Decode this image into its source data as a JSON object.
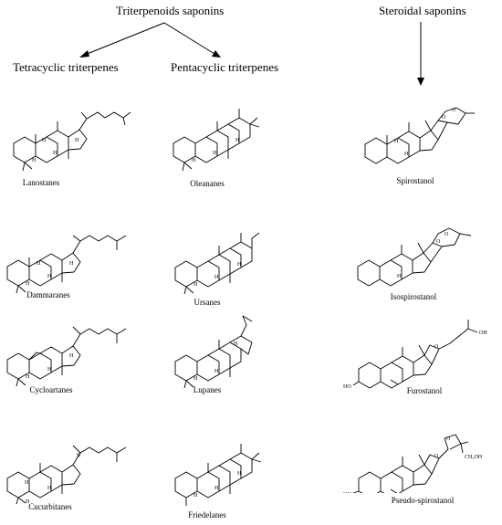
{
  "headers": {
    "triterpenoids": "Triterpenoids saponins",
    "steroidal": "Steroidal saponins",
    "tetracyclic": "Tetracyclic triterpenes",
    "pentacyclic": "Pentacyclic triterpenes"
  },
  "tetracyclic": [
    "Lanostanes",
    "Dammaranes",
    "Cycloartanes",
    "Cucurbitanes"
  ],
  "pentacyclic": [
    "Oleananes",
    "Ursanes",
    "Lupanes",
    "Friedelanes"
  ],
  "steroidal": [
    "Spirostanol",
    "Isospirostanol",
    "Furostanol",
    "Pseudo-spirostanol"
  ],
  "atom_labels": {
    "H": "H",
    "HO": "HO",
    "OH": "OH",
    "O": "O",
    "CH2OH": "CH₂OH"
  }
}
